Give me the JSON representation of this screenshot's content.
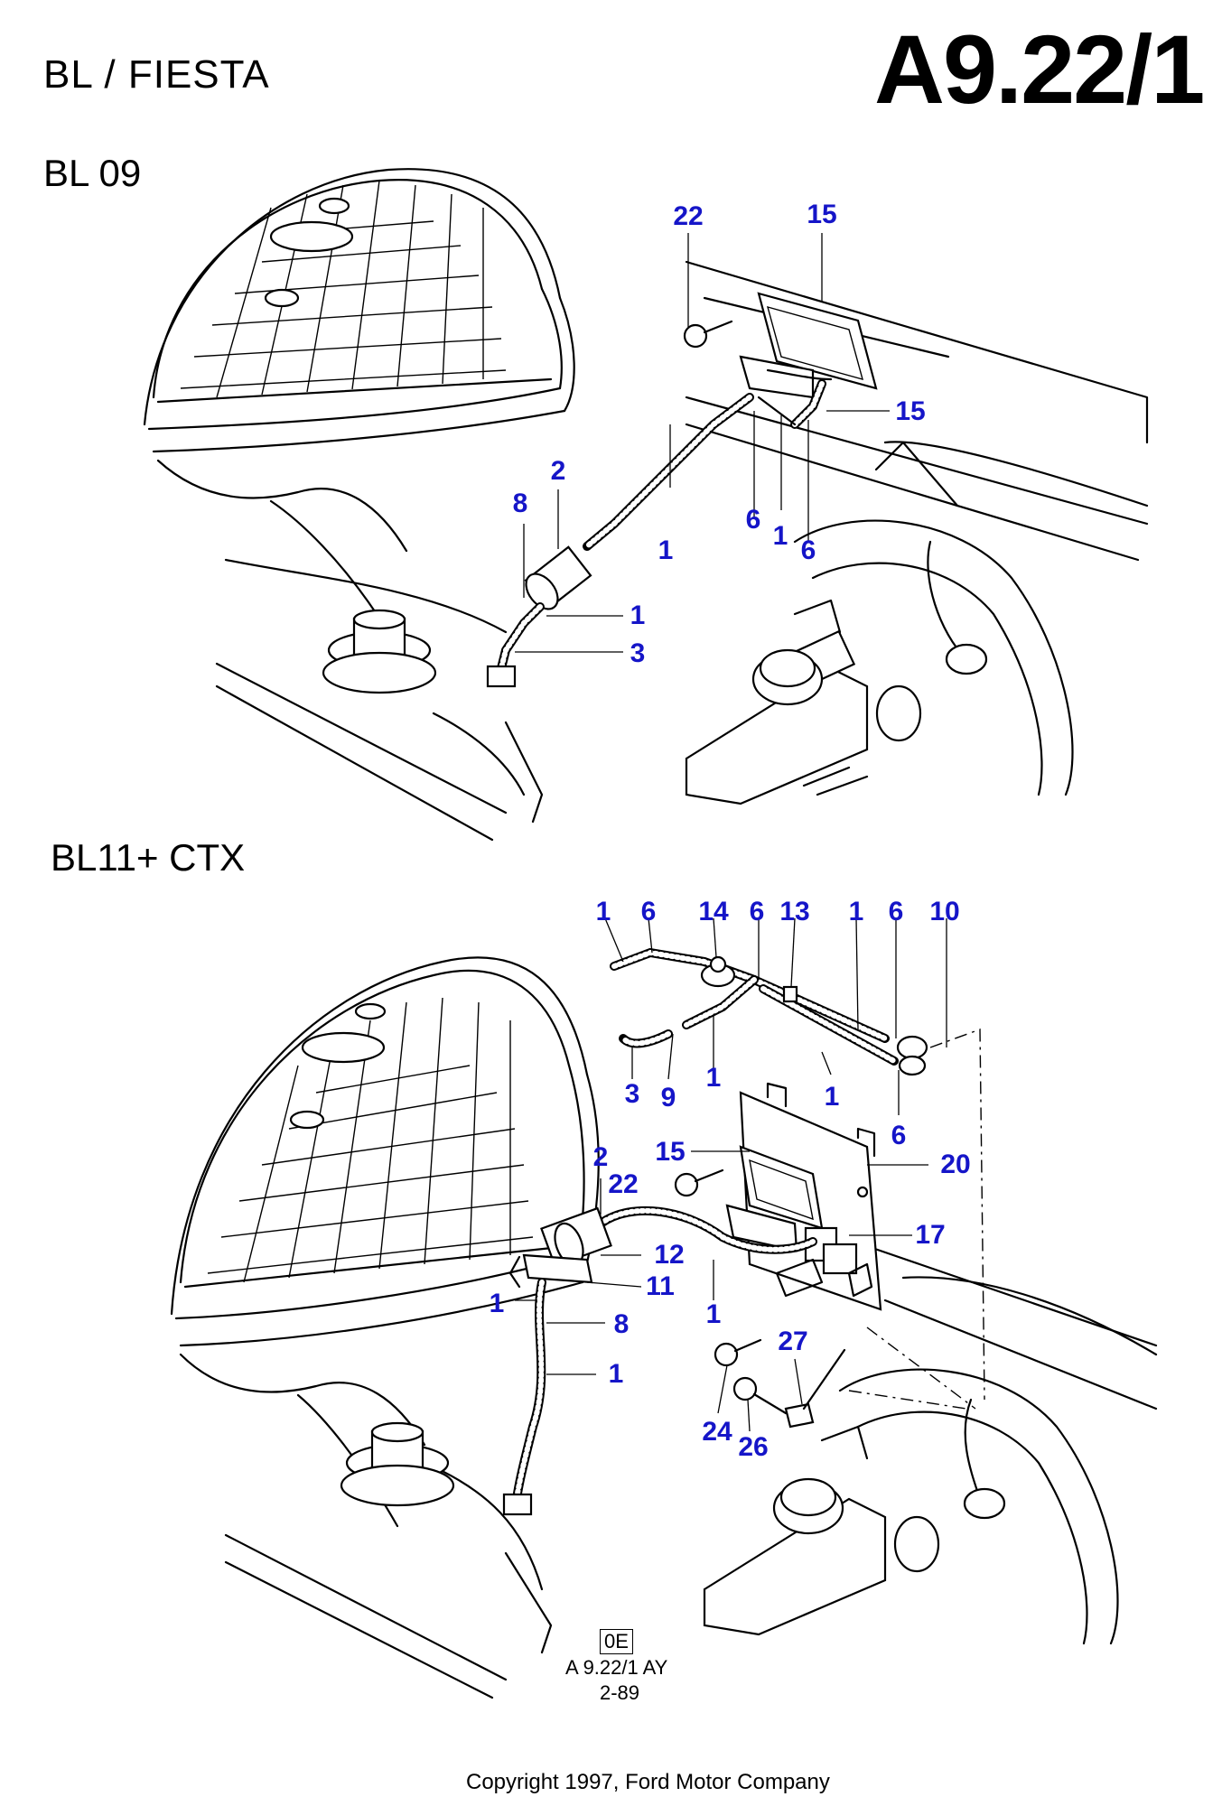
{
  "header": {
    "model": "BL / FIESTA",
    "page_code": "A9.22/1"
  },
  "sections": [
    {
      "label": "BL 09"
    },
    {
      "label": "BL11+ CTX"
    }
  ],
  "callouts_upper": [
    "22",
    "15",
    "15",
    "2",
    "8",
    "1",
    "6",
    "1",
    "6",
    "1",
    "3"
  ],
  "callouts_lower": [
    "1",
    "6",
    "14",
    "6",
    "13",
    "1",
    "6",
    "10",
    "3",
    "9",
    "1",
    "1",
    "6",
    "2",
    "15",
    "20",
    "22",
    "17",
    "12",
    "11",
    "1",
    "8",
    "1",
    "1",
    "27",
    "24",
    "26"
  ],
  "reference": {
    "box": "0E",
    "code": "A 9.22/1 AY",
    "date": "2-89"
  },
  "footer": {
    "copyright": "Copyright 1997, Ford Motor Company"
  },
  "colors": {
    "callout": "#1515c8",
    "line": "#000000",
    "background": "#ffffff"
  }
}
